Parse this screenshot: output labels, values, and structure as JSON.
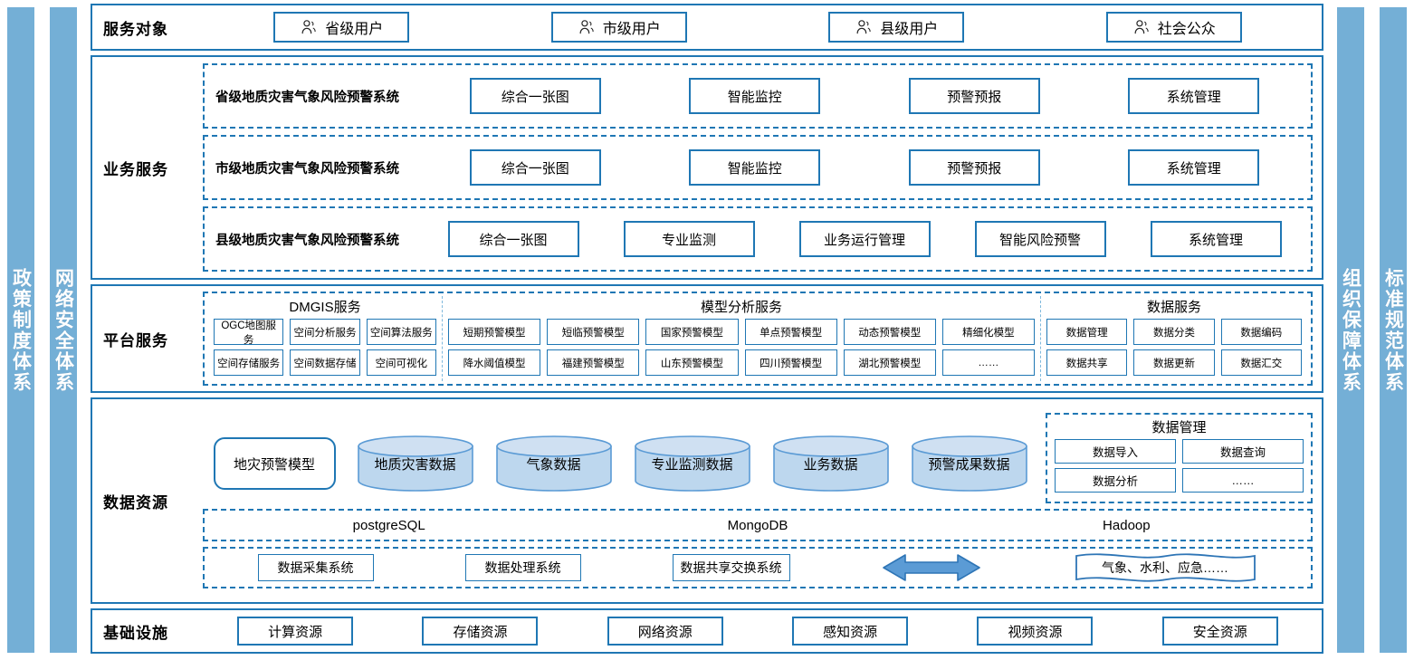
{
  "side_bars": {
    "left": [
      {
        "name": "policy-system",
        "label": "政策制度体系"
      },
      {
        "name": "network-security-system",
        "label": "网络安全体系"
      }
    ],
    "right": [
      {
        "name": "organization-guarantee-system",
        "label": "组织保障体系"
      },
      {
        "name": "standard-specification-system",
        "label": "标准规范体系"
      }
    ],
    "color": "#74AFD6"
  },
  "service_object": {
    "label": "服务对象",
    "users": [
      {
        "icon": "person-icon",
        "label": "省级用户"
      },
      {
        "icon": "person-icon",
        "label": "市级用户"
      },
      {
        "icon": "person-icon",
        "label": "县级用户"
      },
      {
        "icon": "person-icon",
        "label": "社会公众"
      }
    ]
  },
  "business_service": {
    "label": "业务服务",
    "rows": [
      {
        "system": "省级地质灾害气象风险预警系统",
        "items": [
          "综合一张图",
          "智能监控",
          "预警预报",
          "系统管理"
        ]
      },
      {
        "system": "市级地质灾害气象风险预警系统",
        "items": [
          "综合一张图",
          "智能监控",
          "预警预报",
          "系统管理"
        ]
      },
      {
        "system": "县级地质灾害气象风险预警系统",
        "items": [
          "综合一张图",
          "专业监测",
          "业务运行管理",
          "智能风险预警",
          "系统管理"
        ]
      }
    ]
  },
  "platform_service": {
    "label": "平台服务",
    "groups": [
      {
        "title": "DMGIS服务",
        "row1": [
          "OGC地图服务",
          "空间分析服务",
          "空间算法服务"
        ],
        "row2": [
          "空间存储服务",
          "空间数据存储",
          "空间可视化"
        ]
      },
      {
        "title": "模型分析服务",
        "row1": [
          "短期预警模型",
          "短临预警模型",
          "国家预警模型",
          "单点预警模型",
          "动态预警模型",
          "精细化模型"
        ],
        "row2": [
          "降水阈值模型",
          "福建预警模型",
          "山东预警模型",
          "四川预警模型",
          "湖北预警模型",
          "……"
        ]
      },
      {
        "title": "数据服务",
        "row1": [
          "数据管理",
          "数据分类",
          "数据编码"
        ],
        "row2": [
          "数据共享",
          "数据更新",
          "数据汇交"
        ]
      }
    ]
  },
  "data_resource": {
    "label": "数据资源",
    "model_box": "地灾预警模型",
    "cylinders": [
      "地质灾害数据",
      "气象数据",
      "专业监测数据",
      "业务数据",
      "预警成果数据"
    ],
    "data_management": {
      "title": "数据管理",
      "row1": [
        "数据导入",
        "数据查询"
      ],
      "row2": [
        "数据分析",
        "……"
      ]
    },
    "databases": [
      "postgreSQL",
      "MongoDB",
      "Hadoop"
    ],
    "pipeline": {
      "systems": [
        "数据采集系统",
        "数据处理系统",
        "数据共享交换系统"
      ],
      "arrow": "double-arrow-icon",
      "external": "气象、水利、应急……"
    }
  },
  "infrastructure": {
    "label": "基础设施",
    "items": [
      "计算资源",
      "存储资源",
      "网络资源",
      "感知资源",
      "视频资源",
      "安全资源"
    ]
  },
  "colors": {
    "accent": "#1F77B4",
    "bar": "#74AFD6",
    "cylinder_fill": "#BDD7EE",
    "cylinder_stroke": "#5B9BD5"
  }
}
